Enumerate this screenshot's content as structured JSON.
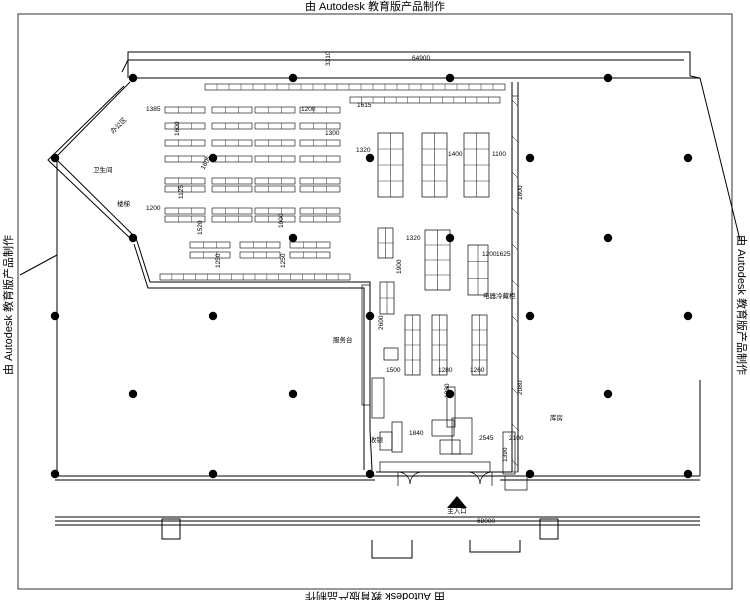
{
  "stamp": {
    "text": "由 Autodesk 教育版产品制作"
  },
  "colors": {
    "ink": "#000000",
    "paper": "#ffffff",
    "watermark": "#cfcfcf"
  },
  "dimensions": {
    "top_total": "64900",
    "top_small": "3310",
    "d1385": "1385",
    "d1200": "1200",
    "d1600_left": "1600",
    "d1605": "1605",
    "d1000": "1000",
    "d1300": "1300",
    "d1100": "1100",
    "d1615": "1615",
    "d1320": "1320",
    "d1400": "1400",
    "d1125": "1125",
    "d1520": "1520",
    "d1250": "1250",
    "d1625": "1625",
    "d1900": "1900",
    "d1830": "1830",
    "d2080": "2080",
    "d2600": "2600",
    "d1800": "1800",
    "d1840": "1840",
    "d2545": "2545",
    "d1390": "1390",
    "d1500": "1500",
    "d1280": "1280",
    "d1260": "1260",
    "d2100": "2100",
    "d68000": "68000"
  },
  "rooms": {
    "fridge_wall": "电器冷藏柜",
    "service_desk": "服务台",
    "office": "办公区",
    "cashier": "收银",
    "storage": "库房",
    "entrance": "主入口",
    "toilet": "卫生间",
    "stair": "楼梯"
  },
  "icons": {
    "entrance_arrow": "triangle-up-icon",
    "column": "column-dot-icon"
  }
}
